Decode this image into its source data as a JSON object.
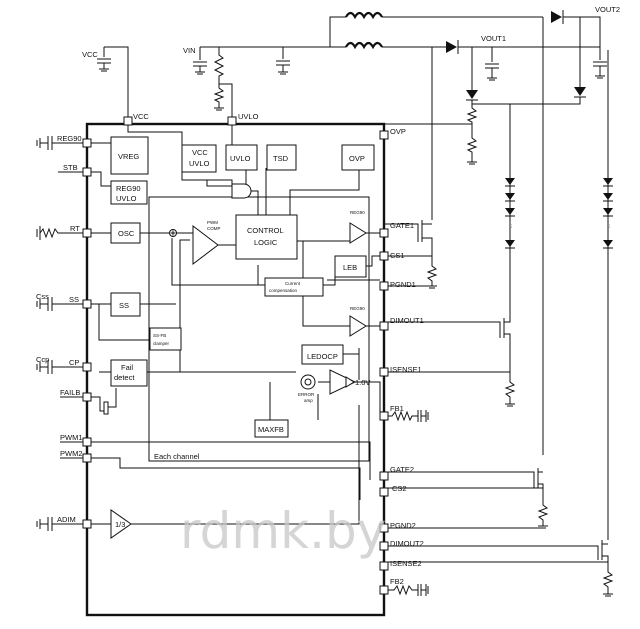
{
  "rails": {
    "vcc": "VCC",
    "vin": "VIN",
    "vout1": "VOUT1",
    "vout2": "VOUT2"
  },
  "pins": {
    "left": {
      "reg90": "REG90",
      "stb": "STB",
      "rt": "RT",
      "ss": "SS",
      "cp": "CP",
      "failb": "FAILB",
      "pwm1": "PWM1",
      "pwm2": "PWM2",
      "adim": "ADIM"
    },
    "top": {
      "vcc": "VCC",
      "uvlo": "UVLO"
    },
    "right": {
      "ovp": "OVP",
      "gate1": "GATE1",
      "cs1": "CS1",
      "pgnd1": "PGND1",
      "dimout1": "DIMOUT1",
      "isense1": "ISENSE1",
      "fb1": "FB1",
      "gate2": "GATE2",
      "cs2": "CS2",
      "pgnd2": "PGND2",
      "dimout2": "DIMOUT2",
      "isense2": "ISENSE2",
      "fb2": "FB2"
    }
  },
  "external": {
    "css": "Css",
    "ccp": "Ccp"
  },
  "blocks": {
    "vreg": "VREG",
    "vcc_uvlo": [
      "VCC",
      "UVLO"
    ],
    "uvlo": "UVLO",
    "tsd": "TSD",
    "ovp": "OVP",
    "reg90_uvlo": [
      "REG90",
      "UVLO"
    ],
    "osc": "OSC",
    "pwm_comp": [
      "PWM",
      "COMP"
    ],
    "control_logic": [
      "CONTROL",
      "LOGIC"
    ],
    "reg90_gate": "REG90",
    "reg90_dim": "REG90",
    "leb": "LEB",
    "current_comp": [
      "Current",
      "compensation"
    ],
    "ss": "SS",
    "ssfb_clamper": [
      "SS-FB",
      "clamper"
    ],
    "ledocp": "LEDOCP",
    "fail_detect": [
      "Fail",
      "detect"
    ],
    "error_amp": [
      "ERROR",
      "amp"
    ],
    "vref": "1.0V",
    "maxfb": "MAXFB",
    "each_channel": "Each channel",
    "third": "1/3"
  },
  "watermark": "rdmk.by"
}
